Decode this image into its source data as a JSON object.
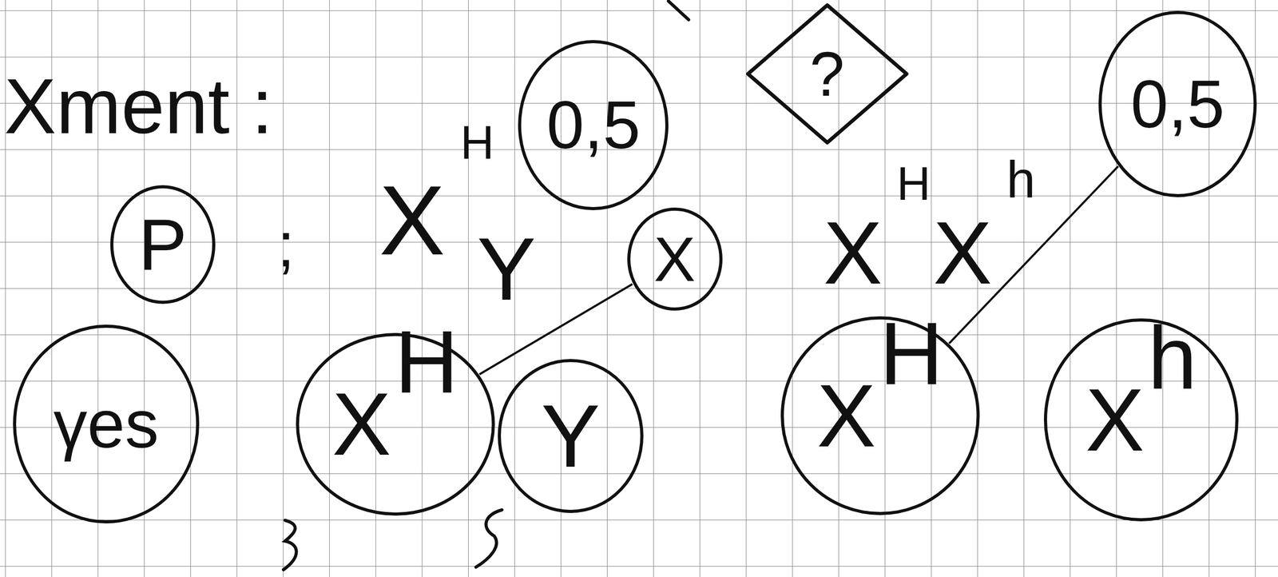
{
  "diagram": {
    "nodes": [
      {
        "text": [
          "0,5"
        ]
      },
      {
        "text": [
          "?"
        ]
      },
      {
        "text": [
          "0,5"
        ]
      },
      {
        "text": [
          "P"
        ]
      },
      {
        "text": [
          "X"
        ]
      },
      {
        "text": [
          "γes"
        ]
      },
      {
        "text": [
          "X",
          "H"
        ]
      },
      {
        "text": [
          "Y"
        ]
      },
      {
        "text": [
          "X",
          "H"
        ]
      },
      {
        "text": [
          "X",
          "h"
        ]
      }
    ],
    "edges": [
      {
        "from": 6,
        "to": 4,
        "arrow": "none"
      },
      {
        "from": 8,
        "to": 2,
        "arrow": "none"
      }
    ],
    "labels": [
      "Xment :",
      ";",
      "X",
      "H",
      "Y",
      "X",
      "H",
      "X",
      "h"
    ]
  }
}
